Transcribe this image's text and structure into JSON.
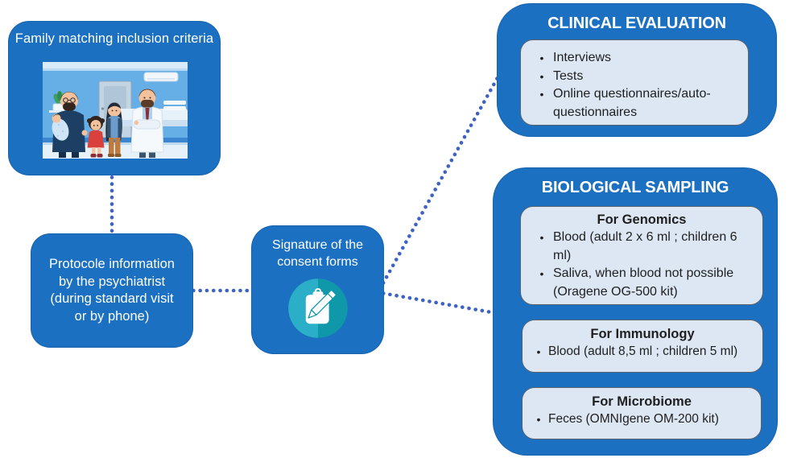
{
  "figure": {
    "kind": "study-flow-diagram"
  },
  "colors": {
    "node_blue": "#1B70C2",
    "connector_blue": "#3E63C5",
    "panel_fill": "#DCE7F3",
    "panel_border": "#59646E",
    "node_text": "#FFFFFF",
    "panel_text": "#1F1F1F",
    "icon_teal_dark": "#0E98A9",
    "icon_teal_light": "#2BAEC8"
  },
  "glyphs": {
    "bullet": "•"
  },
  "nodes": {
    "family": {
      "label": "Family matching inclusion criteria"
    },
    "protocole": {
      "lines": [
        "Protocole information",
        "by the psychiatrist",
        "(during standard visit",
        "or by phone)"
      ]
    },
    "signature": {
      "lines": [
        "Signature of the",
        "consent forms"
      ],
      "icon": "clipboard-pencil-icon"
    },
    "clinical": {
      "title": "CLINICAL EVALUATION",
      "items": [
        "Interviews",
        "Tests",
        "Online questionnaires/auto-questionnaires"
      ]
    },
    "biological": {
      "title": "BIOLOGICAL SAMPLING",
      "sections": [
        {
          "title": "For Genomics",
          "items": [
            "Blood (adult 2 x 6 ml ; children 6 ml)",
            "Saliva, when blood not possible (Oragene OG-500 kit)"
          ]
        },
        {
          "title": "For Immunology",
          "items": [
            "Blood (adult 8,5 ml ; children 5 ml)"
          ]
        },
        {
          "title": "For Microbiome",
          "items": [
            "Feces (OMNIgene OM-200 kit)"
          ]
        }
      ]
    }
  },
  "connectors": [
    {
      "from": "family",
      "to": "protocole",
      "style": "dotted"
    },
    {
      "from": "protocole",
      "to": "signature",
      "style": "dotted"
    },
    {
      "from": "signature",
      "to": "clinical",
      "style": "dotted"
    },
    {
      "from": "signature",
      "to": "biological",
      "style": "dotted"
    }
  ]
}
